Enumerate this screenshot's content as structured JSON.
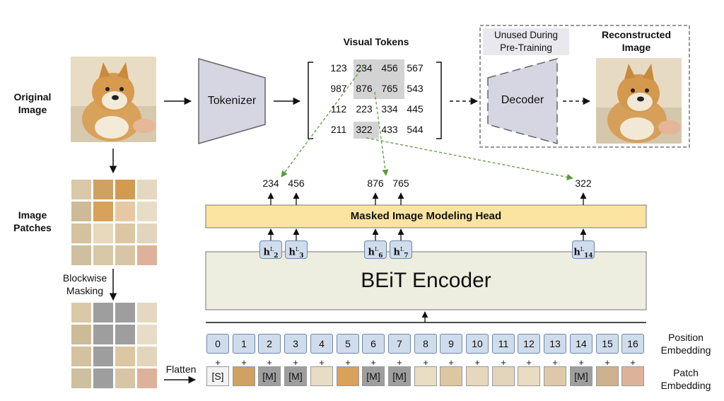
{
  "labels": {
    "original_image": "Original Image",
    "image_patches": "Image Patches",
    "blockwise_masking": "Blockwise Masking",
    "flatten": "Flatten",
    "tokenizer": "Tokenizer",
    "visual_tokens": "Visual Tokens",
    "unused_during": "Unused During Pre-Training",
    "decoder": "Decoder",
    "reconstructed_image": "Reconstructed Image",
    "mim_head": "Masked Image Modeling Head",
    "encoder": "BEiT Encoder",
    "position_embedding": "Position Embedding",
    "patch_embedding": "Patch Embedding"
  },
  "token_grid": [
    [
      "123",
      "234",
      "456",
      "567"
    ],
    [
      "987",
      "876",
      "765",
      "543"
    ],
    [
      "112",
      "223",
      "334",
      "445"
    ],
    [
      "211",
      "322",
      "433",
      "544"
    ]
  ],
  "highlighted_tokens": [
    [
      0,
      1
    ],
    [
      0,
      2
    ],
    [
      1,
      1
    ],
    [
      1,
      2
    ],
    [
      3,
      1
    ]
  ],
  "predicted_tokens": [
    {
      "value": "234",
      "h": "2"
    },
    {
      "value": "456",
      "h": "3"
    },
    {
      "value": "876",
      "h": "6"
    },
    {
      "value": "765",
      "h": "7"
    },
    {
      "value": "322",
      "h": "14"
    }
  ],
  "hidden_superscript": "L",
  "positions": [
    "0",
    "1",
    "2",
    "3",
    "4",
    "5",
    "6",
    "7",
    "8",
    "9",
    "10",
    "11",
    "12",
    "13",
    "14",
    "15",
    "16"
  ],
  "patch_embeddings": [
    "[S]",
    "",
    "[M]",
    "[M]",
    "",
    "",
    "[M]",
    "[M]",
    "",
    "",
    "",
    "",
    "",
    "",
    "[M]",
    "",
    ""
  ],
  "colors": {
    "head_fill": "#fbe4a2",
    "encoder_fill": "#eeeee0",
    "tokenizer_fill": "#d6d5e2",
    "highlight": "#d3d3d3",
    "mask_gray": "#9e9e9e",
    "arrow_green": "#5a9a3a",
    "box_blue": "#cfdcec"
  }
}
